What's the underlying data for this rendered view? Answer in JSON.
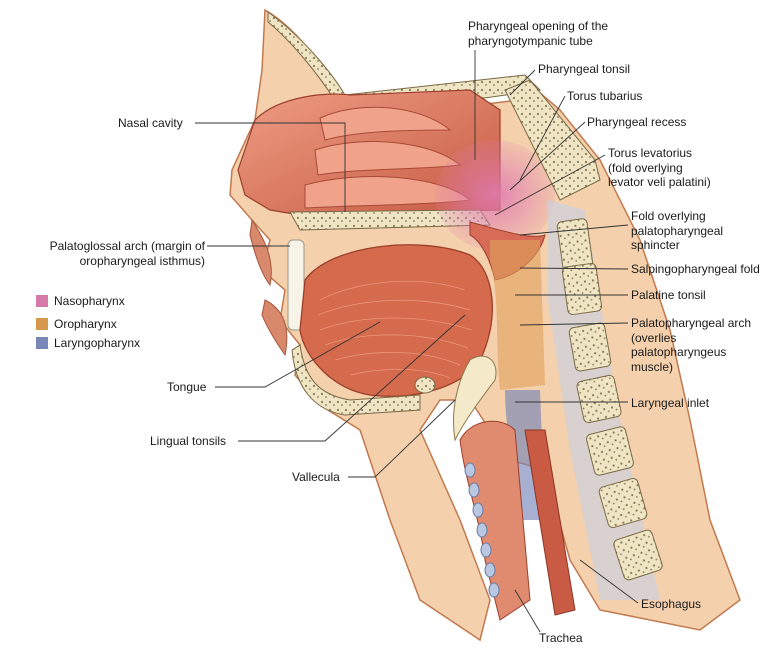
{
  "labels": {
    "pharyngeal_opening": [
      "Pharyngeal opening of the",
      "pharyngotympanic tube"
    ],
    "pharyngeal_tonsil": [
      "Pharyngeal tonsil"
    ],
    "torus_tubarius": [
      "Torus tubarius"
    ],
    "pharyngeal_recess": [
      "Pharyngeal recess"
    ],
    "torus_levatorius": [
      "Torus levatorius",
      "(fold overlying",
      "levator veli palatini)"
    ],
    "fold_overlying_sphincter": [
      "Fold overlying",
      "palatopharyngeal",
      "sphincter"
    ],
    "salpingopharyngeal_fold": [
      "Salpingopharyngeal fold"
    ],
    "palatine_tonsil": [
      "Palatine tonsil"
    ],
    "palatopharyngeal_arch": [
      "Palatopharyngeal arch",
      "(overlies",
      "palatopharyngeus",
      "muscle)"
    ],
    "laryngeal_inlet": [
      "Laryngeal inlet"
    ],
    "esophagus": [
      "Esophagus"
    ],
    "trachea": [
      "Trachea"
    ],
    "nasal_cavity": [
      "Nasal cavity"
    ],
    "palatoglossal_arch": [
      "Palatoglossal arch (margin of",
      "oropharyngeal isthmus)"
    ],
    "tongue": [
      "Tongue"
    ],
    "lingual_tonsils": [
      "Lingual tonsils"
    ],
    "vallecula": [
      "Vallecula"
    ]
  },
  "legend": [
    {
      "label": "Nasopharynx",
      "color": "#d57aa9"
    },
    {
      "label": "Oropharynx",
      "color": "#d6984a"
    },
    {
      "label": "Laryngopharynx",
      "color": "#7886b8"
    }
  ],
  "colors": {
    "tissue": "#e2826d",
    "tissue_dark": "#c45a44",
    "skin": "#f2c6a0",
    "bone": "#eee3c0",
    "cartilage": "#b9c7e0",
    "muscle": "#d96a4c",
    "leader": "#333333"
  }
}
